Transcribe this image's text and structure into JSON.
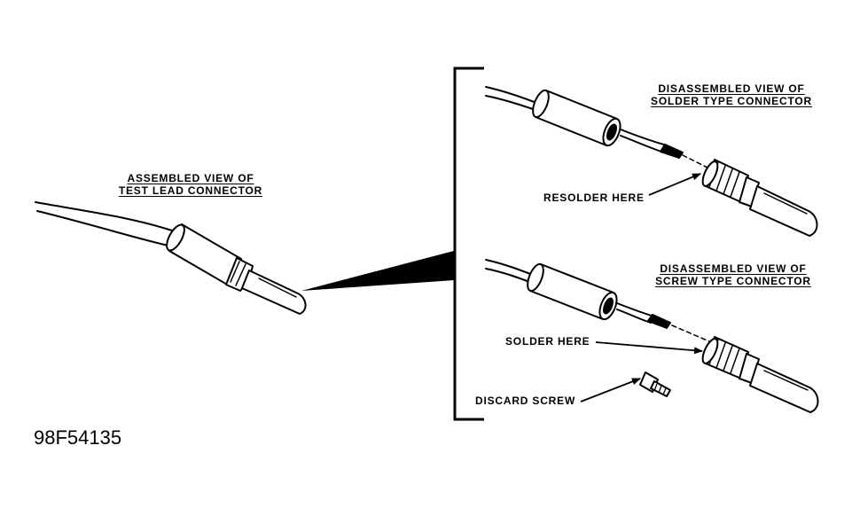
{
  "figure_code": "98F54135",
  "headings": {
    "assembled": [
      "ASSEMBLED VIEW OF",
      "TEST LEAD CONNECTOR"
    ],
    "solder_type": [
      "DISASSEMBLED VIEW OF",
      "SOLDER TYPE CONNECTOR"
    ],
    "screw_type": [
      "DISASSEMBLED VIEW OF",
      "SCREW TYPE CONNECTOR"
    ]
  },
  "callouts": {
    "resolder": "RESOLDER HERE",
    "solder": "SOLDER HERE",
    "discard": "DISCARD SCREW"
  }
}
